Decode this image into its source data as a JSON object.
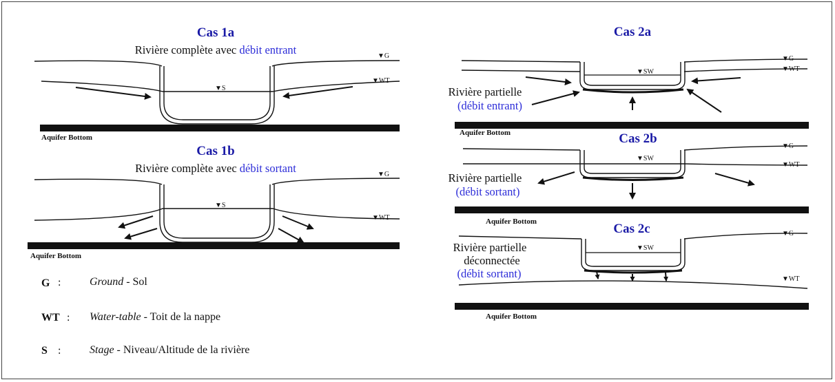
{
  "case1a": {
    "title": "Cas 1a",
    "subtitle_prefix": "Rivière complète avec ",
    "subtitle_flow": "débit entrant",
    "label_g": "G",
    "label_wt": "WT",
    "label_s": "S",
    "aquifer": "Aquifer Bottom"
  },
  "case1b": {
    "title": "Cas 1b",
    "subtitle_prefix": "Rivière complète avec ",
    "subtitle_flow": "débit sortant",
    "label_g": "G",
    "label_wt": "WT",
    "label_s": "S",
    "aquifer": "Aquifer Bottom"
  },
  "case2a": {
    "title": "Cas 2a",
    "label_line1": "Rivière partielle",
    "label_line2": "(débit entrant)",
    "label_g": "G",
    "label_wt": "WT",
    "label_sw": "SW",
    "aquifer": "Aquifer Bottom"
  },
  "case2b": {
    "title": "Cas 2b",
    "label_line1": "Rivière partielle",
    "label_line2": "(débit sortant)",
    "label_g": "G",
    "label_wt": "WT",
    "label_sw": "SW",
    "aquifer": "Aquifer Bottom"
  },
  "case2c": {
    "title": "Cas 2c",
    "label_line1": "Rivière partielle",
    "label_line2": "déconnectée",
    "label_line3": "(débit sortant)",
    "label_g": "G",
    "label_wt": "WT",
    "label_sw": "SW",
    "aquifer": "Aquifer Bottom"
  },
  "legend": [
    {
      "key": "G",
      "sep": ":",
      "term": "Ground",
      "desc": " - Sol"
    },
    {
      "key": "WT",
      "sep": ":",
      "term": "Water-table",
      "desc": " - Toit de la nappe"
    },
    {
      "key": "S",
      "sep": ":",
      "term": "Stage",
      "desc": " - Niveau/Altitude de la rivière"
    }
  ],
  "colors": {
    "title": "#1a1aa6",
    "flow_text": "#2d2dd8",
    "line": "#111111"
  }
}
